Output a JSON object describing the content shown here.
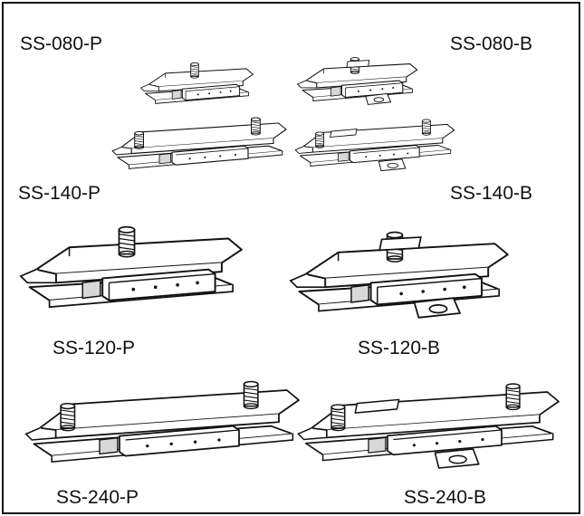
{
  "parts": [
    {
      "model": "SS-080-P"
    },
    {
      "model": "SS-080-B"
    },
    {
      "model": "SS-140-P"
    },
    {
      "model": "SS-140-B"
    },
    {
      "model": "SS-120-P"
    },
    {
      "model": "SS-120-B"
    },
    {
      "model": "SS-240-P"
    },
    {
      "model": "SS-240-B"
    }
  ],
  "colors": {
    "line": "#111111",
    "background": "#ffffff",
    "shade": "#cfcfcf"
  }
}
